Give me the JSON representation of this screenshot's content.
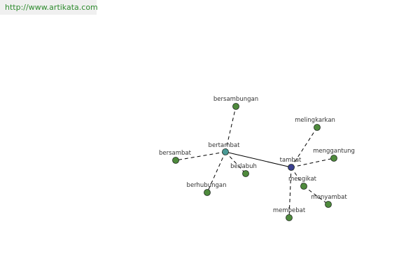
{
  "site": {
    "url": "http://www.artikata.com"
  },
  "colors": {
    "leaf_node": "#4e8a3c",
    "hub_node": "#4a9a96",
    "center_node": "#3a3f8f",
    "edge": "#000000",
    "label": "#333333",
    "link": "#2e8b2e"
  },
  "graph": {
    "nodes": [
      {
        "id": "tambat",
        "label": "tambat",
        "kind": "center"
      },
      {
        "id": "bertambat",
        "label": "bertambat",
        "kind": "hub"
      },
      {
        "id": "bersambungan",
        "label": "bersambungan",
        "kind": "leaf"
      },
      {
        "id": "bersambat",
        "label": "bersambat",
        "kind": "leaf"
      },
      {
        "id": "berlabuh",
        "label": "berlabuh",
        "kind": "leaf"
      },
      {
        "id": "berhubungan",
        "label": "berhubungan",
        "kind": "leaf"
      },
      {
        "id": "melingkarkan",
        "label": "melingkarkan",
        "kind": "leaf"
      },
      {
        "id": "menggantung",
        "label": "menggantung",
        "kind": "leaf"
      },
      {
        "id": "mengikat",
        "label": "mengikat",
        "kind": "leaf"
      },
      {
        "id": "menyambat",
        "label": "menyambat",
        "kind": "leaf"
      },
      {
        "id": "membebat",
        "label": "membebat",
        "kind": "leaf"
      }
    ],
    "edges": [
      {
        "from": "tambat",
        "to": "bertambat",
        "style": "solid"
      },
      {
        "from": "bertambat",
        "to": "bersambungan",
        "style": "dashed"
      },
      {
        "from": "bertambat",
        "to": "bersambat",
        "style": "dashed"
      },
      {
        "from": "bertambat",
        "to": "berlabuh",
        "style": "dashed"
      },
      {
        "from": "bertambat",
        "to": "berhubungan",
        "style": "dashed"
      },
      {
        "from": "tambat",
        "to": "melingkarkan",
        "style": "dashed"
      },
      {
        "from": "tambat",
        "to": "menggantung",
        "style": "dashed"
      },
      {
        "from": "tambat",
        "to": "mengikat",
        "style": "dashed"
      },
      {
        "from": "tambat",
        "to": "membebat",
        "style": "dashed"
      },
      {
        "from": "mengikat",
        "to": "menyambat",
        "style": "dashed"
      }
    ]
  }
}
